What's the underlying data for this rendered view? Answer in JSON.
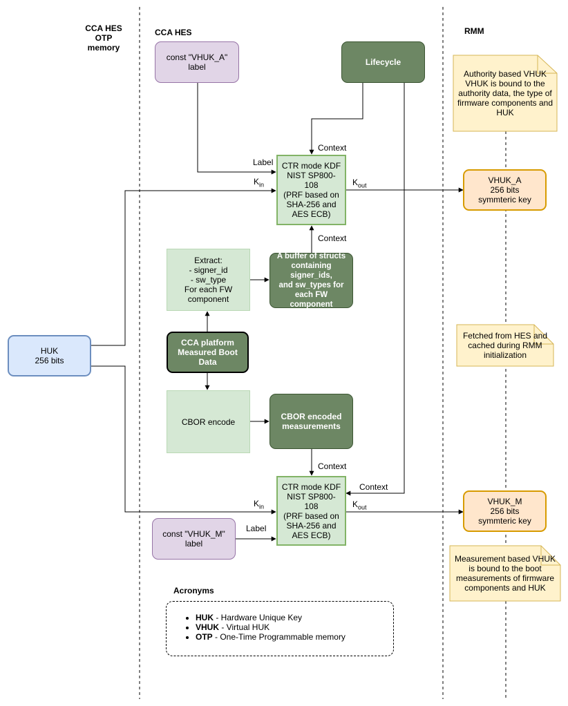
{
  "headers": {
    "otp": "CCA HES\nOTP\nmemory",
    "hes": "CCA HES",
    "rmm": "RMM"
  },
  "boxes": {
    "const_a": "const \"VHUK_A\"\nlabel",
    "lifecycle": "Lifecycle",
    "kdf_a": "CTR mode KDF\nNIST SP800-108\n(PRF based on\nSHA-256 and\nAES ECB)",
    "extract": "Extract:\n- signer_id\n- sw_type\nFor each FW\ncomponent",
    "buffer": "A buffer of structs\ncontaining signer_ids,\nand sw_types for\neach FW component",
    "huk": "HUK\n256 bits",
    "mbd": "CCA platform\nMeasured Boot\nData",
    "cbor_encode": "CBOR encode",
    "cbor_measurements": "CBOR encoded\nmeasurements",
    "kdf_m": "CTR mode KDF\nNIST SP800-108\n(PRF based on\nSHA-256 and\nAES ECB)",
    "const_m": "const \"VHUK_M\"\nlabel",
    "vhuk_a": "VHUK_A\n256 bits\nsymmteric key",
    "vhuk_m": "VHUK_M\n256 bits\nsymmteric key"
  },
  "notes": {
    "authority": "Authority based VHUK\nVHUK is bound to the\nauthority data, the type of\nfirmware components and\nHUK",
    "fetched": "Fetched from HES and\ncached during RMM\ninitialization",
    "measurement": "Measurement based VHUK\nis bound to the boot\nmeasurements of firmware\ncomponents and HUK"
  },
  "edge_labels": {
    "context": "Context",
    "label": "Label",
    "k": "K",
    "in": "in",
    "out": "out"
  },
  "acronyms": {
    "title": "Acronyms",
    "items": [
      {
        "term": "HUK",
        "definition": " - Hardware Unique Key"
      },
      {
        "term": "VHUK",
        "definition": " - Virtual HUK"
      },
      {
        "term": "OTP",
        "definition": " - One-Time Programmable memory"
      }
    ]
  },
  "colors": {
    "purple_fill": "#e1d5e7",
    "dark_green_fill": "#6d8764",
    "light_green_fill": "#d5e8d4",
    "orange_fill": "#ffe6cc",
    "blue_fill": "#dae8fc",
    "note_fill": "#fff2cc"
  }
}
